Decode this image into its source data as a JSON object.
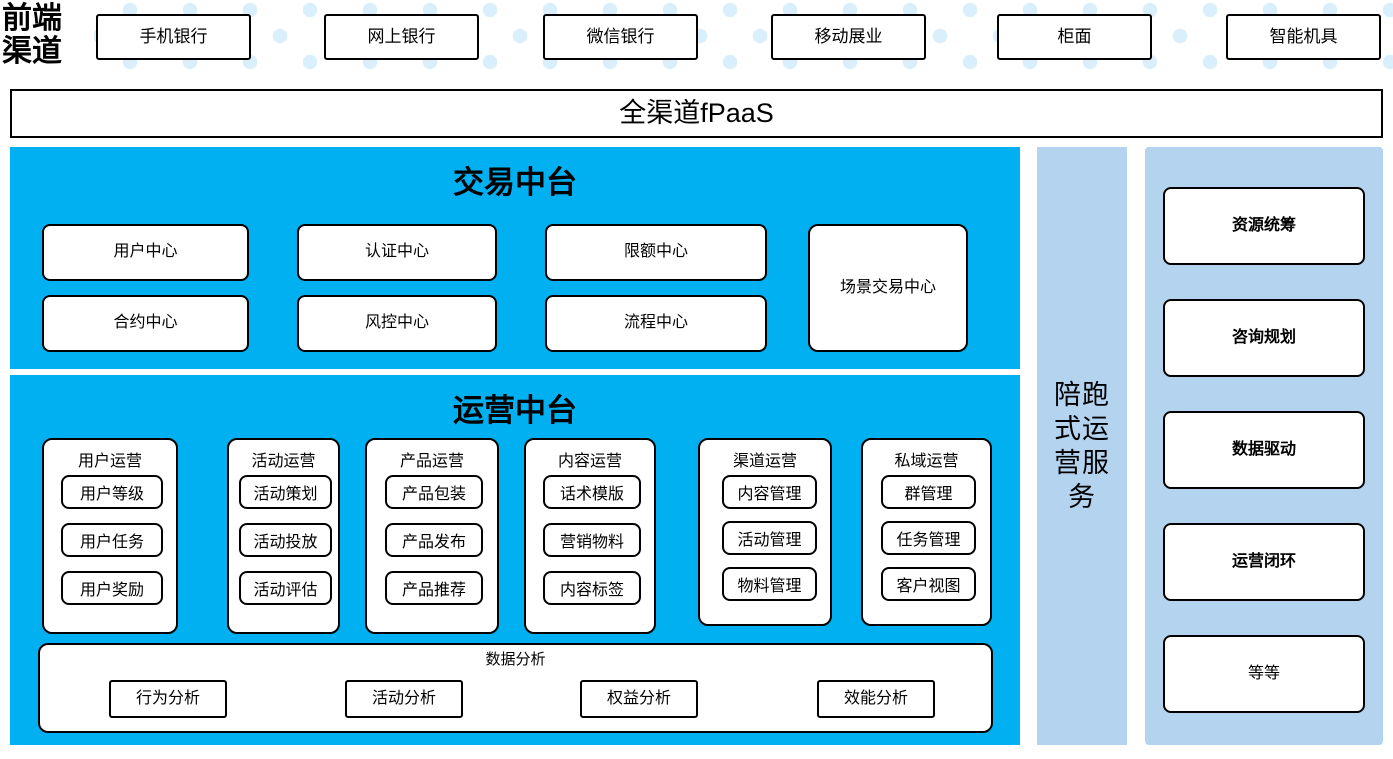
{
  "colors": {
    "panel_cyan": "#00b0f0",
    "side_blue": "#b3d3ef",
    "dot_blue": "#d9effb",
    "border": "#000000",
    "box_fill": "#ffffff"
  },
  "front_channel": {
    "label": "前端\n渠道",
    "label_line1": "前端",
    "label_line2": "渠道",
    "items": [
      {
        "label": "手机银行"
      },
      {
        "label": "网上银行"
      },
      {
        "label": "微信银行"
      },
      {
        "label": "移动展业"
      },
      {
        "label": "柜面"
      },
      {
        "label": "智能机具"
      }
    ]
  },
  "fpaas": {
    "label": "全渠道fPaaS"
  },
  "trade_center": {
    "title": "交易中台",
    "items": [
      {
        "label": "用户中心"
      },
      {
        "label": "认证中心"
      },
      {
        "label": "限额中心"
      },
      {
        "label": "合约中心"
      },
      {
        "label": "风控中心"
      },
      {
        "label": "流程中心"
      }
    ],
    "scene": {
      "label": "场景交易中心"
    }
  },
  "operation_center": {
    "title": "运营中台",
    "columns": [
      {
        "title": "用户运营",
        "items": [
          "用户等级",
          "用户任务",
          "用户奖励"
        ]
      },
      {
        "title": "活动运营",
        "items": [
          "活动策划",
          "活动投放",
          "活动评估"
        ]
      },
      {
        "title": "产品运营",
        "items": [
          "产品包装",
          "产品发布",
          "产品推荐"
        ]
      },
      {
        "title": "内容运营",
        "items": [
          "话术模版",
          "营销物料",
          "内容标签"
        ]
      },
      {
        "title": "渠道运营",
        "items": [
          "内容管理",
          "活动管理",
          "物料管理"
        ]
      },
      {
        "title": "私域运营",
        "items": [
          "群管理",
          "任务管理",
          "客户视图"
        ]
      }
    ],
    "data_analysis": {
      "title": "数据分析",
      "items": [
        "行为分析",
        "活动分析",
        "权益分析",
        "效能分析"
      ]
    }
  },
  "service_column": {
    "label": "陪跑式运营服务"
  },
  "right_column": {
    "items": [
      {
        "label": "资源统筹",
        "bold": true
      },
      {
        "label": "咨询规划",
        "bold": true
      },
      {
        "label": "数据驱动",
        "bold": true
      },
      {
        "label": "运营闭环",
        "bold": true
      },
      {
        "label": "等等",
        "bold": false
      }
    ]
  }
}
